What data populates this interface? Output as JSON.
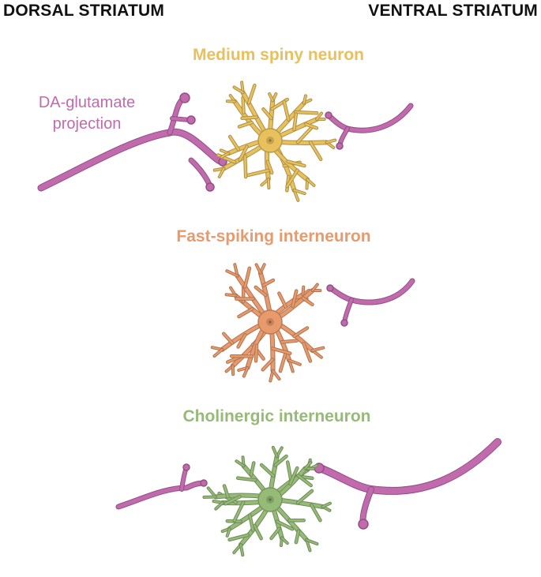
{
  "headers": {
    "left": "DORSAL STRIATUM",
    "right": "VENTRAL STRIATUM"
  },
  "projection": {
    "label_line1": "DA-glutamate",
    "label_line2": "projection",
    "color": "#c26aae"
  },
  "cells": [
    {
      "label": "Medium spiny neuron",
      "color": "#e8c05c"
    },
    {
      "label": "Fast-spiking interneuron",
      "color": "#e99a6c"
    },
    {
      "label": "Cholinergic interneuron",
      "color": "#95bb76"
    }
  ]
}
